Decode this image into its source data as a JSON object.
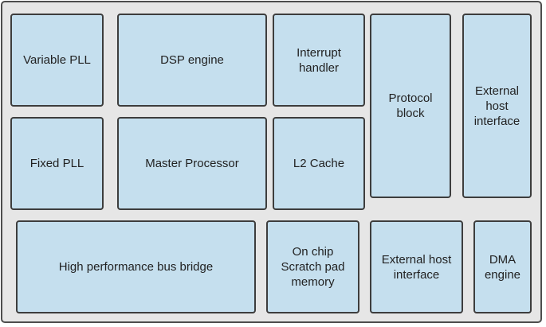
{
  "diagram": {
    "blocks": {
      "variable_pll": "Variable PLL",
      "dsp_engine": "DSP engine",
      "interrupt_handler": "Interrupt\nhandler",
      "protocol_block": "Protocol\nblock",
      "external_host_interface_top": "External\nhost\ninterface",
      "fixed_pll": "Fixed PLL",
      "master_processor": "Master Processor",
      "l2_cache": "L2 Cache",
      "high_performance_bus_bridge": "High performance bus bridge",
      "on_chip_scratch_pad_memory": "On chip\nScratch pad\nmemory",
      "external_host_interface_bottom": "External host\ninterface",
      "dma_engine": "DMA\nengine"
    }
  }
}
